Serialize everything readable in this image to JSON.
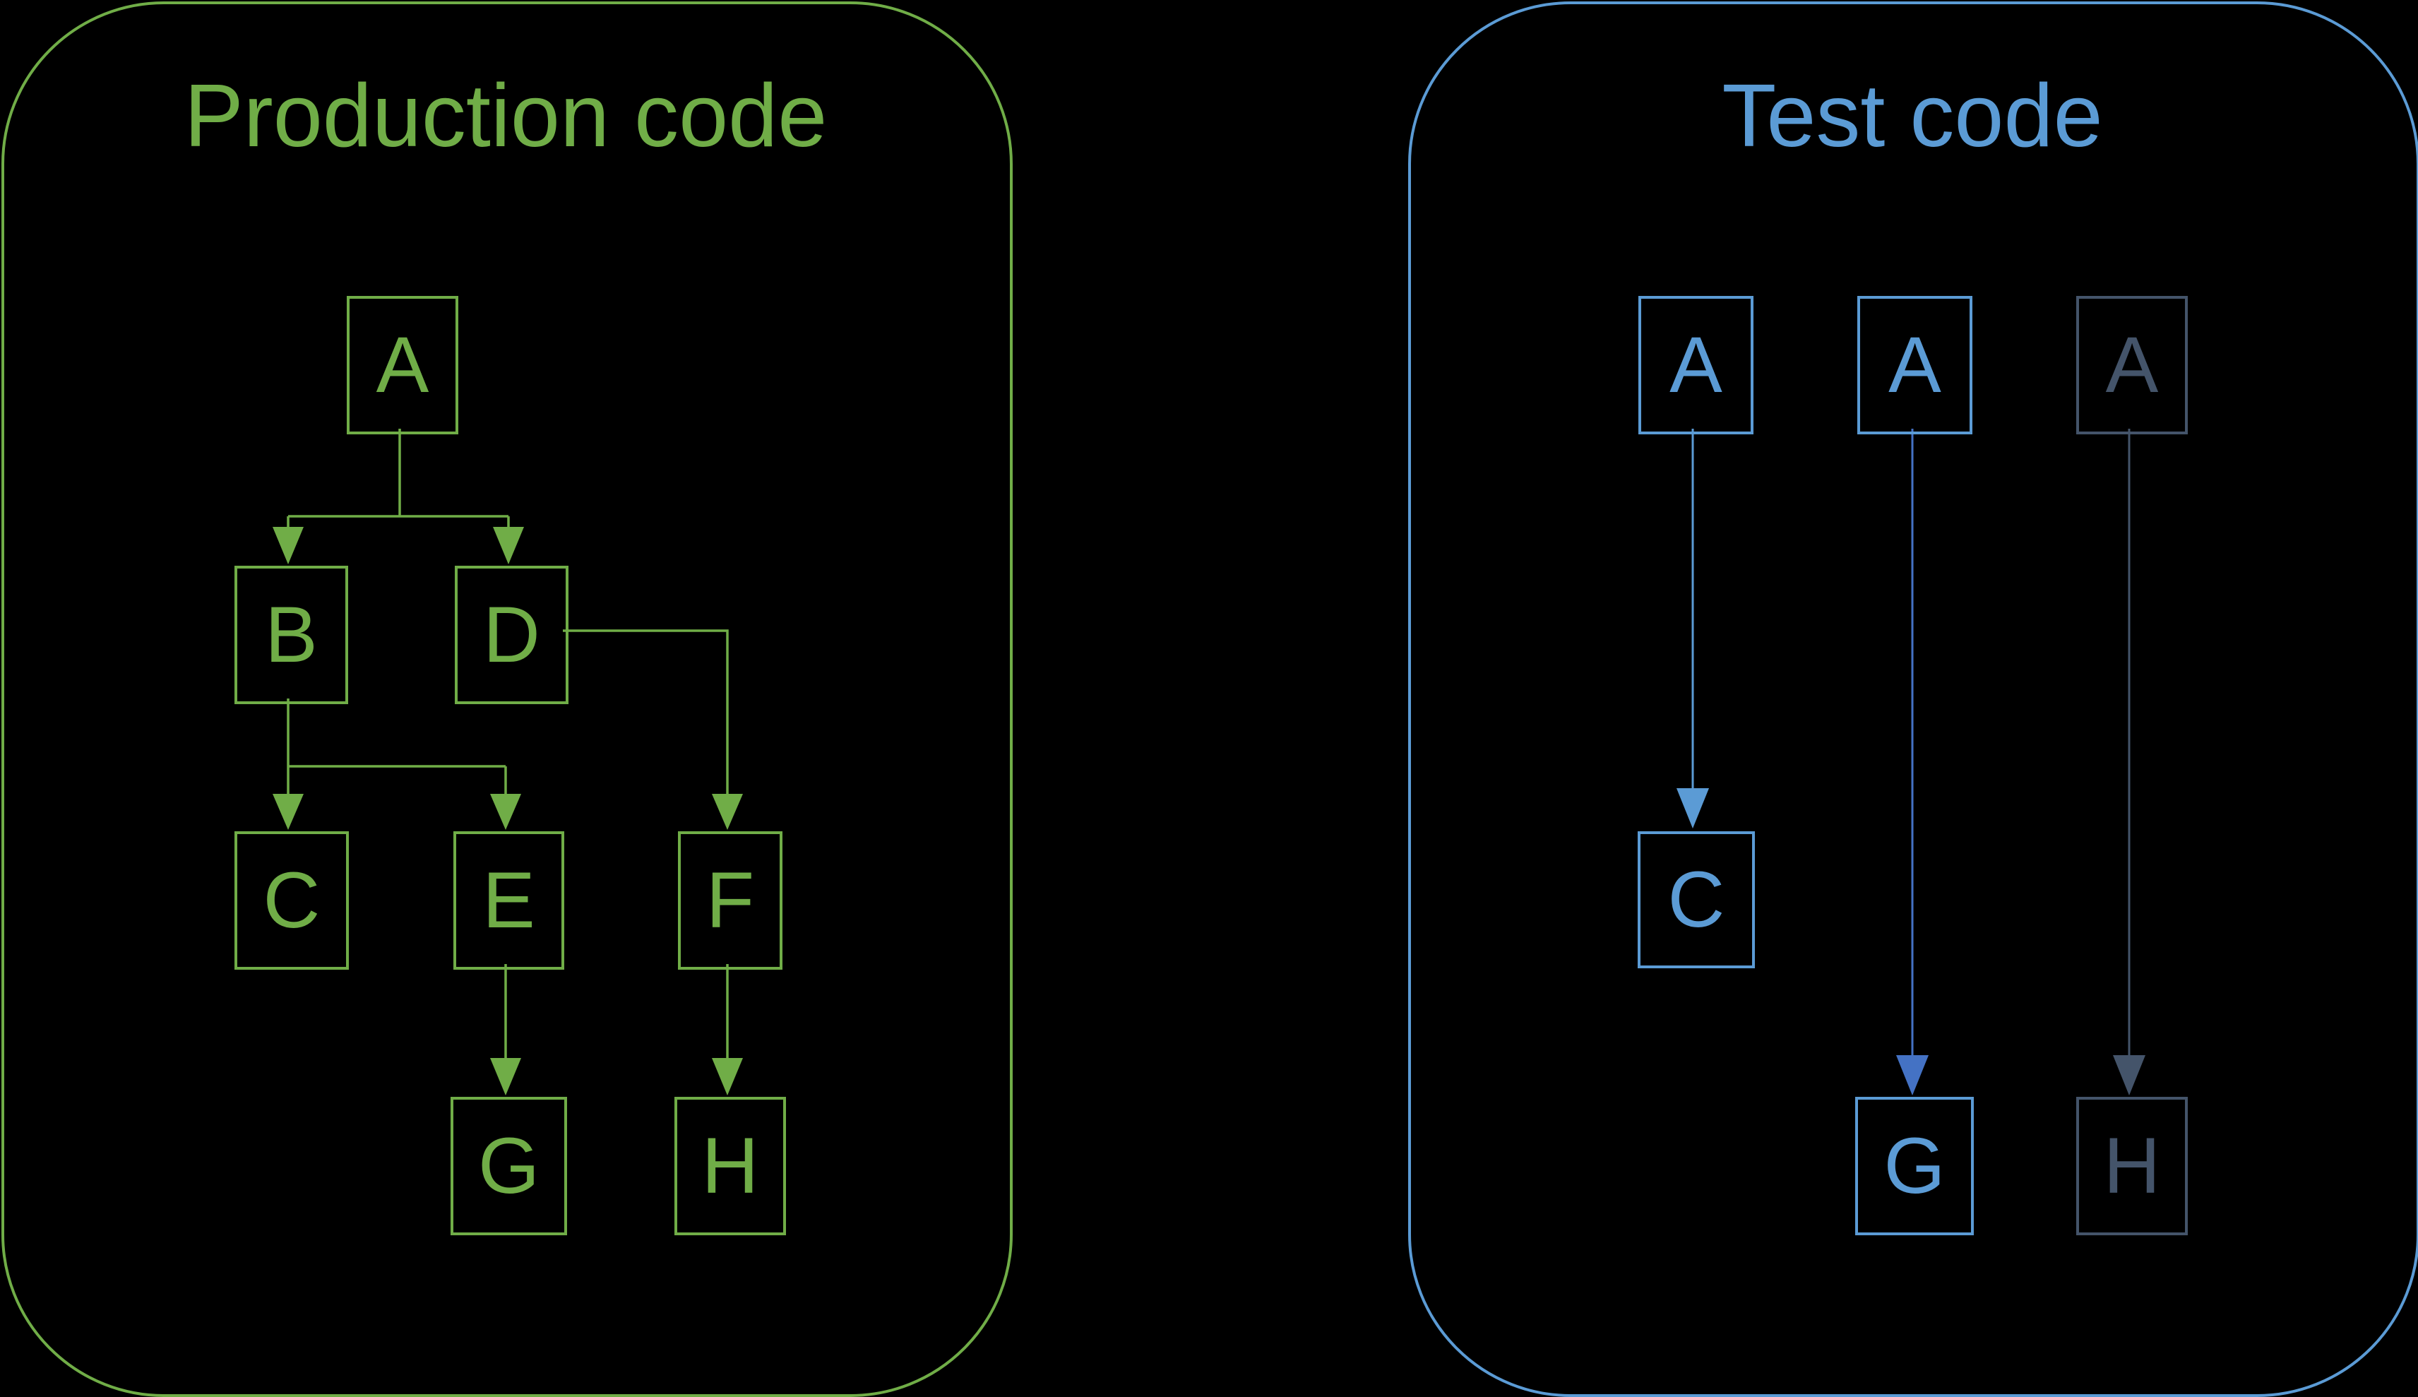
{
  "colors": {
    "background": "#000000",
    "production_green": "#70AD47",
    "test_light_blue": "#5B9BD5",
    "test_royal_blue": "#4472C4",
    "dimmed_slate": "#44546A"
  },
  "production": {
    "title": "Production code",
    "nodes": [
      {
        "id": "A",
        "label": "A"
      },
      {
        "id": "B",
        "label": "B"
      },
      {
        "id": "D",
        "label": "D"
      },
      {
        "id": "C",
        "label": "C"
      },
      {
        "id": "E",
        "label": "E"
      },
      {
        "id": "F",
        "label": "F"
      },
      {
        "id": "G",
        "label": "G"
      },
      {
        "id": "H",
        "label": "H"
      }
    ],
    "edges": [
      {
        "from": "A",
        "to": "B"
      },
      {
        "from": "A",
        "to": "D"
      },
      {
        "from": "B",
        "to": "C"
      },
      {
        "from": "B",
        "to": "E"
      },
      {
        "from": "D",
        "to": "F"
      },
      {
        "from": "E",
        "to": "G"
      },
      {
        "from": "F",
        "to": "H"
      }
    ]
  },
  "test": {
    "title": "Test code",
    "nodes": [
      {
        "id": "A1",
        "label": "A",
        "state": "active"
      },
      {
        "id": "A2",
        "label": "A",
        "state": "active"
      },
      {
        "id": "A3",
        "label": "A",
        "state": "dimmed"
      },
      {
        "id": "C",
        "label": "C",
        "state": "active"
      },
      {
        "id": "G",
        "label": "G",
        "state": "active"
      },
      {
        "id": "H",
        "label": "H",
        "state": "dimmed"
      }
    ],
    "edges": [
      {
        "from": "A1",
        "to": "C",
        "color": "#5B9BD5"
      },
      {
        "from": "A2",
        "to": "G",
        "color": "#4472C4"
      },
      {
        "from": "A3",
        "to": "H",
        "color": "#44546A"
      }
    ]
  }
}
